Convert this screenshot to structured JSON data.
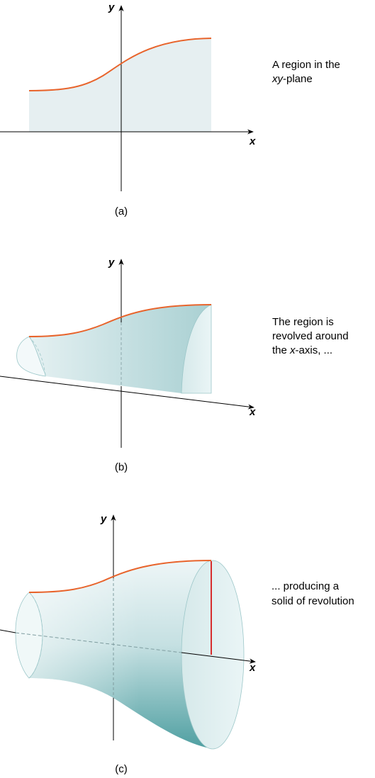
{
  "colors": {
    "curve": "#e8642c",
    "radius_line": "#d62d2d",
    "region_fill": "#e6eff1",
    "solid_light": "#eaf4f5",
    "solid_dark": "#4e9ea0",
    "axis": "#000000"
  },
  "panels": [
    {
      "label": "(a)",
      "x_axis_label": "x",
      "y_axis_label": "y",
      "caption": {
        "line1": "A region in the",
        "line2_italic": "xy",
        "line2_rest": "-plane"
      }
    },
    {
      "label": "(b)",
      "x_axis_label": "x",
      "y_axis_label": "y",
      "caption": {
        "line1": "The region is",
        "line2": "revolved around",
        "line3_prefix": "the ",
        "line3_italic": "x",
        "line3_rest": "-axis, ..."
      }
    },
    {
      "label": "(c)",
      "x_axis_label": "x",
      "y_axis_label": "y",
      "caption": {
        "line1": "... producing a",
        "line2": "solid of revolution"
      }
    }
  ]
}
